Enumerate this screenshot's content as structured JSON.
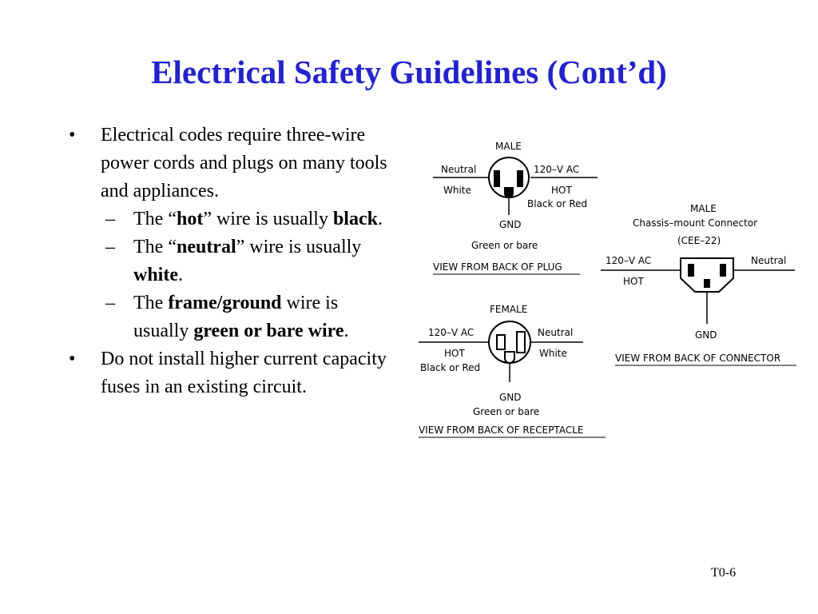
{
  "title": "Electrical Safety Guidelines (Cont’d)",
  "bullets": {
    "b1": {
      "marker": "•",
      "text": "Electrical codes require three-wire power cords and plugs on many tools and appliances."
    },
    "s1": {
      "marker": "–",
      "pre": "The “",
      "bold1": "hot",
      "mid": "” wire is usually ",
      "bold2": "black",
      "post": "."
    },
    "s2": {
      "marker": "–",
      "pre": "The “",
      "bold1": "neutral",
      "mid": "” wire is usually ",
      "bold2": "white",
      "post": "."
    },
    "s3": {
      "marker": "–",
      "pre": "The ",
      "bold1": "frame/ground",
      "mid": " wire is usually ",
      "bold2": "green or bare wire",
      "post": "."
    },
    "b2": {
      "marker": "•",
      "text": "Do not install higher current capacity fuses in an existing circuit."
    }
  },
  "diagram": {
    "plug": {
      "heading": "MALE",
      "left_label": "Neutral",
      "left_color": "White",
      "right_label": "120–V AC",
      "right_hot": "HOT",
      "right_color": "Black or Red",
      "gnd": "GND",
      "gnd_color": "Green or bare",
      "caption": "VIEW FROM BACK OF PLUG"
    },
    "receptacle": {
      "heading": "FEMALE",
      "left_label": "120–V AC",
      "left_hot": "HOT",
      "left_color": "Black or Red",
      "right_label": "Neutral",
      "right_color": "White",
      "gnd": "GND",
      "gnd_color": "Green or bare",
      "caption": "VIEW FROM BACK OF RECEPTACLE"
    },
    "connector": {
      "heading": "MALE",
      "subheading": "Chassis–mount Connector",
      "standard": "(CEE–22)",
      "left_label": "120–V AC",
      "left_hot": "HOT",
      "right_label": "Neutral",
      "gnd": "GND",
      "caption": "VIEW FROM BACK OF CONNECTOR"
    }
  },
  "footer": "T0-6"
}
